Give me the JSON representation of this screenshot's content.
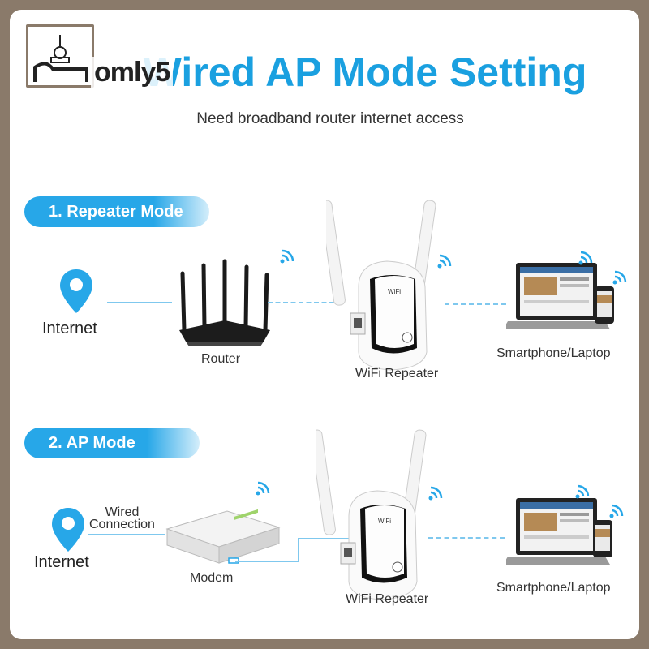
{
  "brand": {
    "name": "omly5"
  },
  "header": {
    "title": "Wired AP Mode Setting",
    "subtitle": "Need broadband router internet access"
  },
  "modes": [
    {
      "label": "1. Repeater Mode",
      "devices": {
        "internet": "Internet",
        "router": "Router",
        "repeater": "WiFi Repeater",
        "client": "Smartphone/Laptop"
      }
    },
    {
      "label": "2. AP Mode",
      "devices": {
        "internet": "Internet",
        "connection": "Wired\nConnection",
        "modem": "Modem",
        "repeater": "WiFi Repeater",
        "client": "Smartphone/Laptop"
      }
    }
  ],
  "colors": {
    "accent": "#1aa0e0",
    "pill": "#27a7e8",
    "frame": "#8a7a6a",
    "line": "#7fc8ee"
  },
  "icons": [
    "location-pin-icon",
    "wifi-signal-icon",
    "router-icon",
    "repeater-icon",
    "laptop-icon",
    "smartphone-icon",
    "modem-icon",
    "home-logo-icon"
  ]
}
